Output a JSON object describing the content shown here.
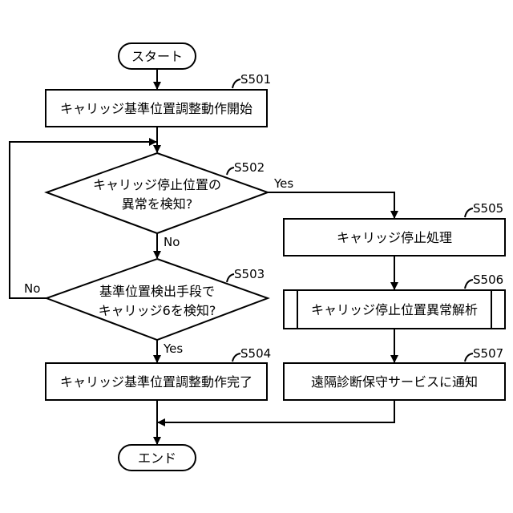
{
  "flowchart": {
    "start": "スタート",
    "end": "エンド",
    "steps": {
      "s501": {
        "id": "S501",
        "text": "キャリッジ基準位置調整動作開始"
      },
      "s502": {
        "id": "S502",
        "line1": "キャリッジ停止位置の",
        "line2": "異常を検知?"
      },
      "s503": {
        "id": "S503",
        "line1": "基準位置検出手段で",
        "line2": "キャリッジ6を検知?"
      },
      "s504": {
        "id": "S504",
        "text": "キャリッジ基準位置調整動作完了"
      },
      "s505": {
        "id": "S505",
        "text": "キャリッジ停止処理"
      },
      "s506": {
        "id": "S506",
        "text": "キャリッジ停止位置異常解析"
      },
      "s507": {
        "id": "S507",
        "text": "遠隔診断保守サービスに通知"
      }
    },
    "labels": {
      "s502_yes": "Yes",
      "s502_no": "No",
      "s503_yes": "Yes",
      "s503_no": "No"
    }
  }
}
